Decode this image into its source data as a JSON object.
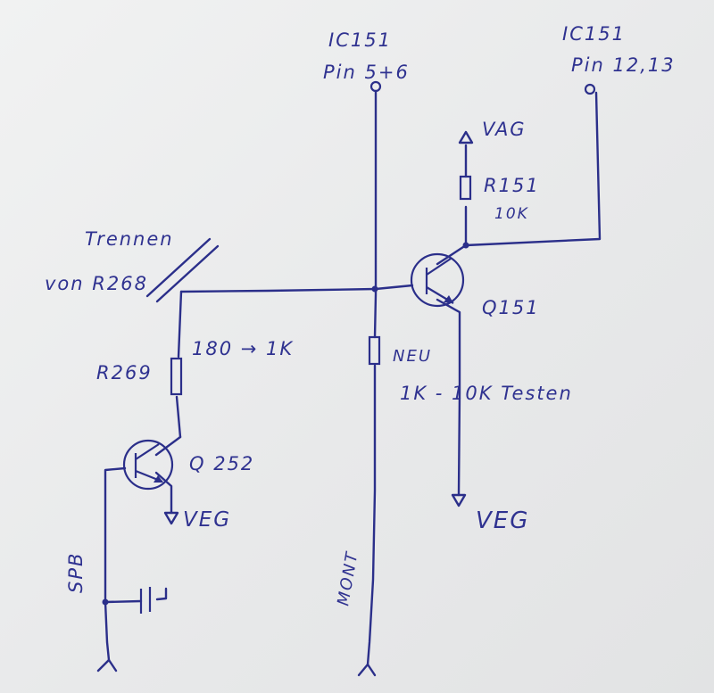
{
  "labels": {
    "ic151_top_left_1": "IC151",
    "ic151_top_left_2": "Pin 5+6",
    "ic151_top_right_1": "IC151",
    "ic151_top_right_2": "Pin 12,13",
    "vag": "VAG",
    "r151_name": "R151",
    "r151_value": "10K",
    "trennen_1": "Trennen",
    "trennen_2": "von R268",
    "q151": "Q151",
    "r269": "R269",
    "r269_change": "180 → 1K",
    "neu": "NEU",
    "testen": "1K - 10K Testen",
    "q252": "Q 252",
    "veg_q252": "VEG",
    "veg_q151": "VEG",
    "mont": "MONT",
    "spb": "SPB"
  },
  "colors": {
    "ink": "#2b2f8a",
    "paper": "#eeeff0"
  }
}
